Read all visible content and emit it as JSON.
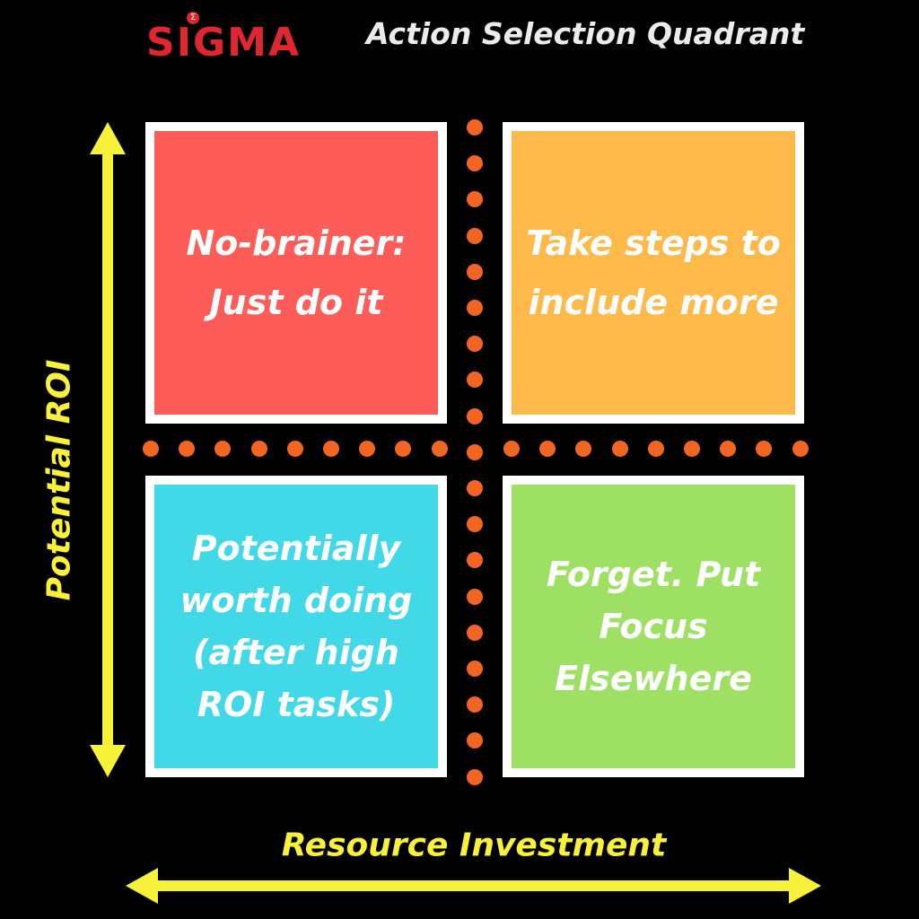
{
  "header": {
    "logo": "SIGMA",
    "logo_symbol": "Σ",
    "title": "Action Selection Quadrant"
  },
  "axes": {
    "y_label": "Potential ROI",
    "x_label": "Resource Investment"
  },
  "quadrants": [
    {
      "text": "No-brainer: Just do it",
      "color": "#fd5c58"
    },
    {
      "text": "Take steps to include more",
      "color": "#fdb94a"
    },
    {
      "text": "Potentially worth doing (after high ROI tasks)",
      "color": "#41d9e8"
    },
    {
      "text": "Forget. Put Focus Elsewhere",
      "color": "#9de064"
    }
  ],
  "colors": {
    "arrow": "#f7f13a",
    "dots": "#f26522",
    "brand": "#e0262f"
  }
}
